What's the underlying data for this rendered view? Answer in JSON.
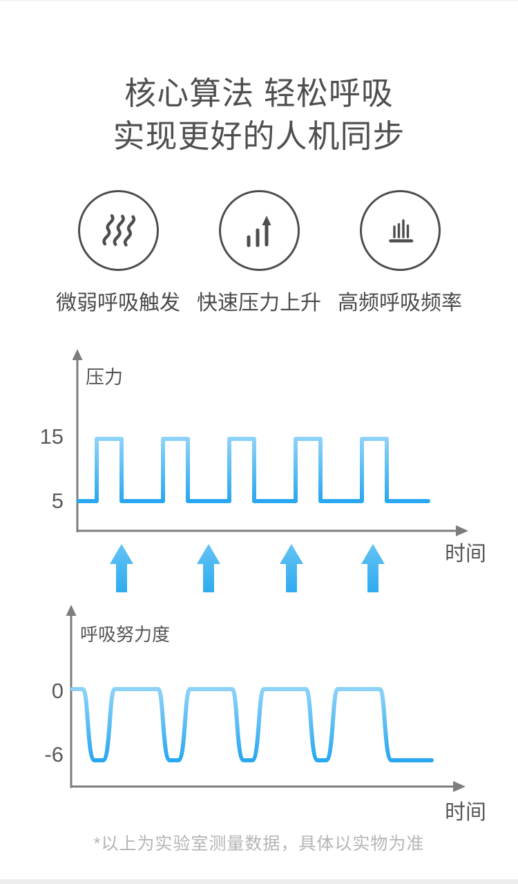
{
  "title": {
    "line1": "核心算法 轻松呼吸",
    "line2": "实现更好的人机同步"
  },
  "features": [
    {
      "icon": "breath-trigger-icon",
      "label": "微弱呼吸触发"
    },
    {
      "icon": "pressure-rise-icon",
      "label": "快速压力上升"
    },
    {
      "icon": "breath-frequency-icon",
      "label": "高频呼吸频率"
    }
  ],
  "sync_arrows": {
    "count": 4,
    "direction": "up",
    "color": "#45b5f1"
  },
  "footnote": "*以上为实验室测量数据，具体以实物为准",
  "colors": {
    "title_text": "#4f4f4f",
    "icon_stroke": "#4d4d4d",
    "axis_gray": "#7d7d7d",
    "tick_text": "#595959",
    "wave_blue_light": "#8dd2f8",
    "wave_blue_deep": "#29a7f0",
    "footnote_gray": "#b5b5b5"
  },
  "chart_data": [
    {
      "type": "line",
      "title": "压力",
      "ylabel": "压力",
      "xlabel": "时间",
      "yticks": [
        15,
        5
      ],
      "ylim": [
        0,
        20
      ],
      "grid": false,
      "line_style": "square pulse wave, rounded corners, vertical blue gradient stroke",
      "series": [
        {
          "name": "压力",
          "points_xy": [
            [
              0,
              5
            ],
            [
              1,
              5
            ],
            [
              1,
              15
            ],
            [
              2.1,
              15
            ],
            [
              2.1,
              5
            ],
            [
              4,
              5
            ],
            [
              4,
              15
            ],
            [
              5.1,
              15
            ],
            [
              5.1,
              5
            ],
            [
              7,
              5
            ],
            [
              7,
              15
            ],
            [
              8.1,
              15
            ],
            [
              8.1,
              5
            ],
            [
              10,
              5
            ],
            [
              10,
              15
            ],
            [
              11.1,
              15
            ],
            [
              11.1,
              5
            ],
            [
              13,
              5
            ],
            [
              13,
              15
            ],
            [
              14.1,
              15
            ],
            [
              14.1,
              5
            ],
            [
              15.3,
              5
            ]
          ]
        }
      ]
    },
    {
      "type": "line",
      "title": "呼吸努力度",
      "ylabel": "呼吸努力度",
      "xlabel": "时间",
      "yticks": [
        0,
        -6
      ],
      "ylim": [
        -8,
        2
      ],
      "grid": false,
      "line_style": "baseline at 0 with smooth rounded dips to -6, vertical blue gradient stroke",
      "series": [
        {
          "name": "呼吸努力度",
          "points_xy": [
            [
              0,
              0
            ],
            [
              0.5,
              0
            ],
            [
              1.1,
              -6
            ],
            [
              1.6,
              -6
            ],
            [
              2.2,
              0
            ],
            [
              3.7,
              0
            ],
            [
              4.3,
              -6
            ],
            [
              4.8,
              -6
            ],
            [
              5.4,
              0
            ],
            [
              6.9,
              0
            ],
            [
              7.5,
              -6
            ],
            [
              8.0,
              -6
            ],
            [
              8.6,
              0
            ],
            [
              10.1,
              0
            ],
            [
              10.7,
              -6
            ],
            [
              11.2,
              -6
            ],
            [
              11.8,
              0
            ],
            [
              13.3,
              0
            ],
            [
              13.9,
              -6
            ],
            [
              15.8,
              -6
            ]
          ]
        }
      ]
    }
  ]
}
